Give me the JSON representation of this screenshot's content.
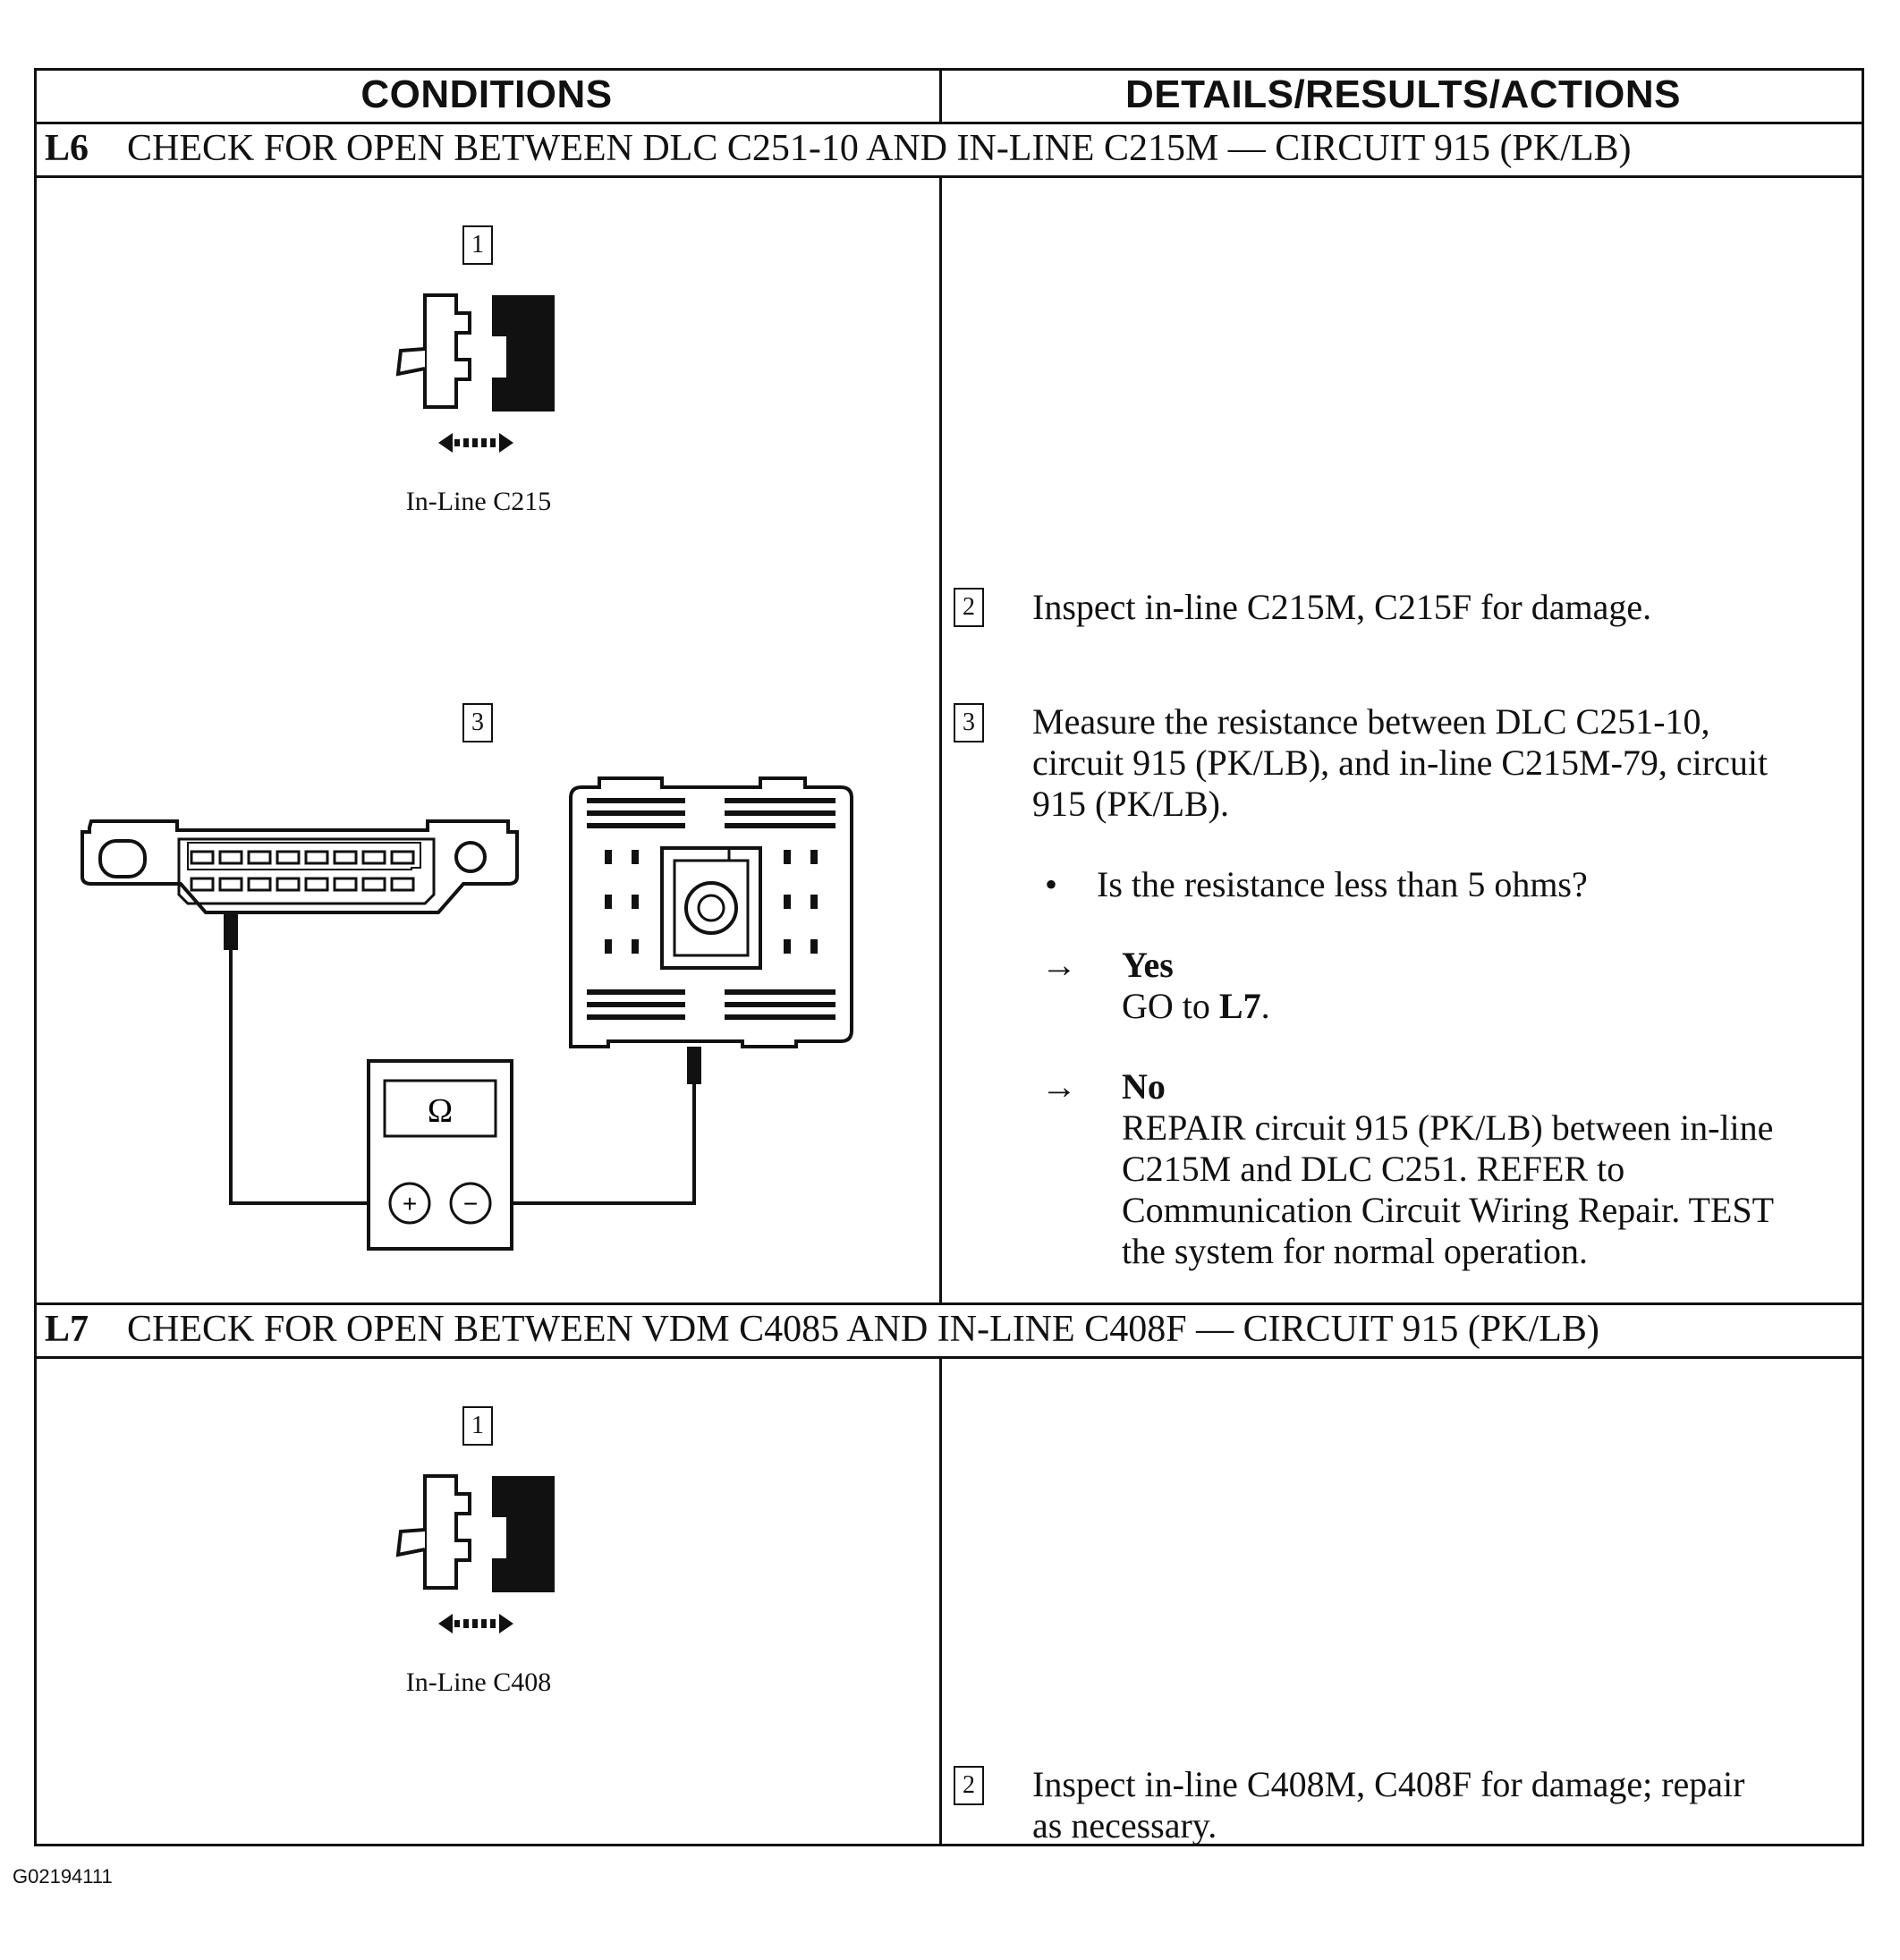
{
  "header": {
    "conditions": "CONDITIONS",
    "details": "DETAILS/RESULTS/ACTIONS"
  },
  "sections": [
    {
      "id": "L6",
      "title": "CHECK FOR OPEN BETWEEN DLC C251-10 AND IN-LINE C215M — CIRCUIT 915 (PK/LB)",
      "conditions": [
        {
          "step": "1",
          "caption": "In-Line C215"
        },
        {
          "step": "3"
        }
      ],
      "steps": [
        {
          "num": "2",
          "text": "Inspect in-line C215M, C215F for damage."
        },
        {
          "num": "3",
          "lines": [
            "Measure the resistance between DLC C251-10,",
            "circuit 915 (PK/LB), and in-line C215M-79, circuit",
            "915 (PK/LB)."
          ]
        }
      ],
      "question": "Is the resistance less than 5 ohms?",
      "bullet": "•",
      "arrow": "→",
      "yes": {
        "label": "Yes",
        "pre": "GO to ",
        "target": "L7",
        "post": "."
      },
      "no": {
        "label": "No",
        "lines": [
          "REPAIR circuit 915 (PK/LB) between in-line",
          "C215M and DLC C251. REFER to",
          "Communication Circuit Wiring Repair. TEST",
          "the system for normal operation."
        ]
      },
      "meter_symbol": "Ω",
      "plus": "+",
      "minus": "−"
    },
    {
      "id": "L7",
      "title": "CHECK FOR OPEN BETWEEN VDM C4085 AND IN-LINE C408F — CIRCUIT 915 (PK/LB)",
      "conditions": [
        {
          "step": "1",
          "caption": "In-Line C408"
        }
      ],
      "steps": [
        {
          "num": "2",
          "lines": [
            "Inspect in-line C408M, C408F for damage; repair",
            "as necessary."
          ]
        }
      ]
    }
  ],
  "footer": {
    "figure_id": "G02194111"
  }
}
